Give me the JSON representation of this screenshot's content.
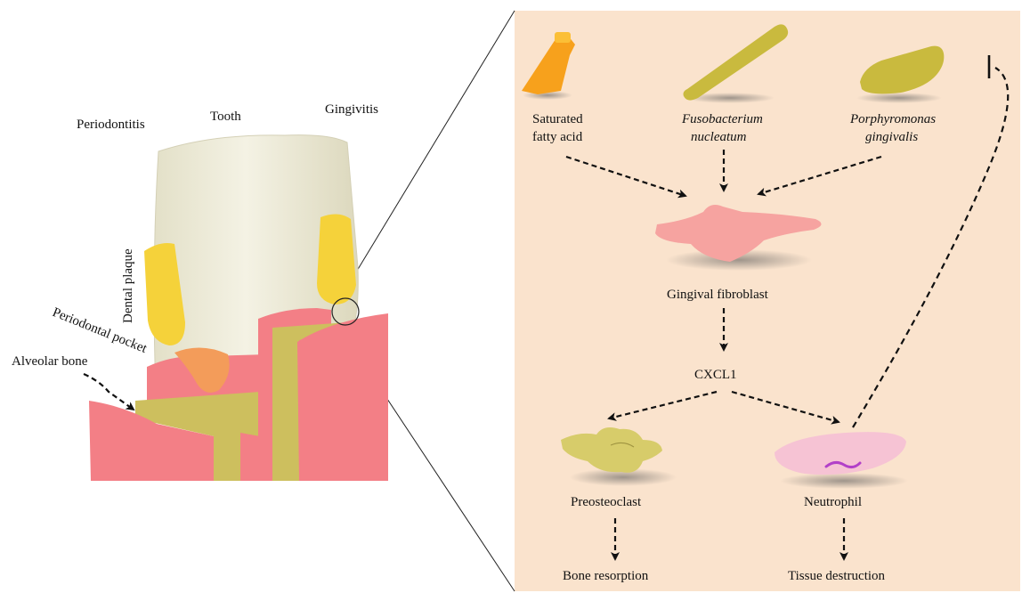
{
  "colors": {
    "panel": "#fae3cd",
    "tooth": "#ece9d6",
    "plaque": "#f5d23a",
    "gum": "#f37f86",
    "bone": "#cdbf5e",
    "pocket": "#f39c5a",
    "fatty_acid": "#f7a11c",
    "bacteria": "#c9ba3e",
    "fibroblast": "#f6a3a0",
    "preosteoclast": "#d7cc6a",
    "neutrophil": "#f6c3d4",
    "nucleus": "#b240c8"
  },
  "tooth_labels": {
    "periodontitis": "Periodontitis",
    "tooth": "Tooth",
    "gingivitis": "Gingivitis",
    "dental_plaque": "Dental plaque",
    "periodontal_pocket": "Periodontal pocket",
    "alveolar_bone": "Alveolar bone"
  },
  "pathway": {
    "sfa_line1": "Saturated",
    "sfa_line2": "fatty acid",
    "fn_line1": "Fusobacterium",
    "fn_line2": "nucleatum",
    "pg_line1": "Porphyromonas",
    "pg_line2": "gingivalis",
    "fibroblast": "Gingival fibroblast",
    "cxcl1": "CXCL1",
    "preosteoclast": "Preosteoclast",
    "neutrophil": "Neutrophil",
    "bone_resorption": "Bone resorption",
    "tissue_destruction": "Tissue destruction"
  }
}
